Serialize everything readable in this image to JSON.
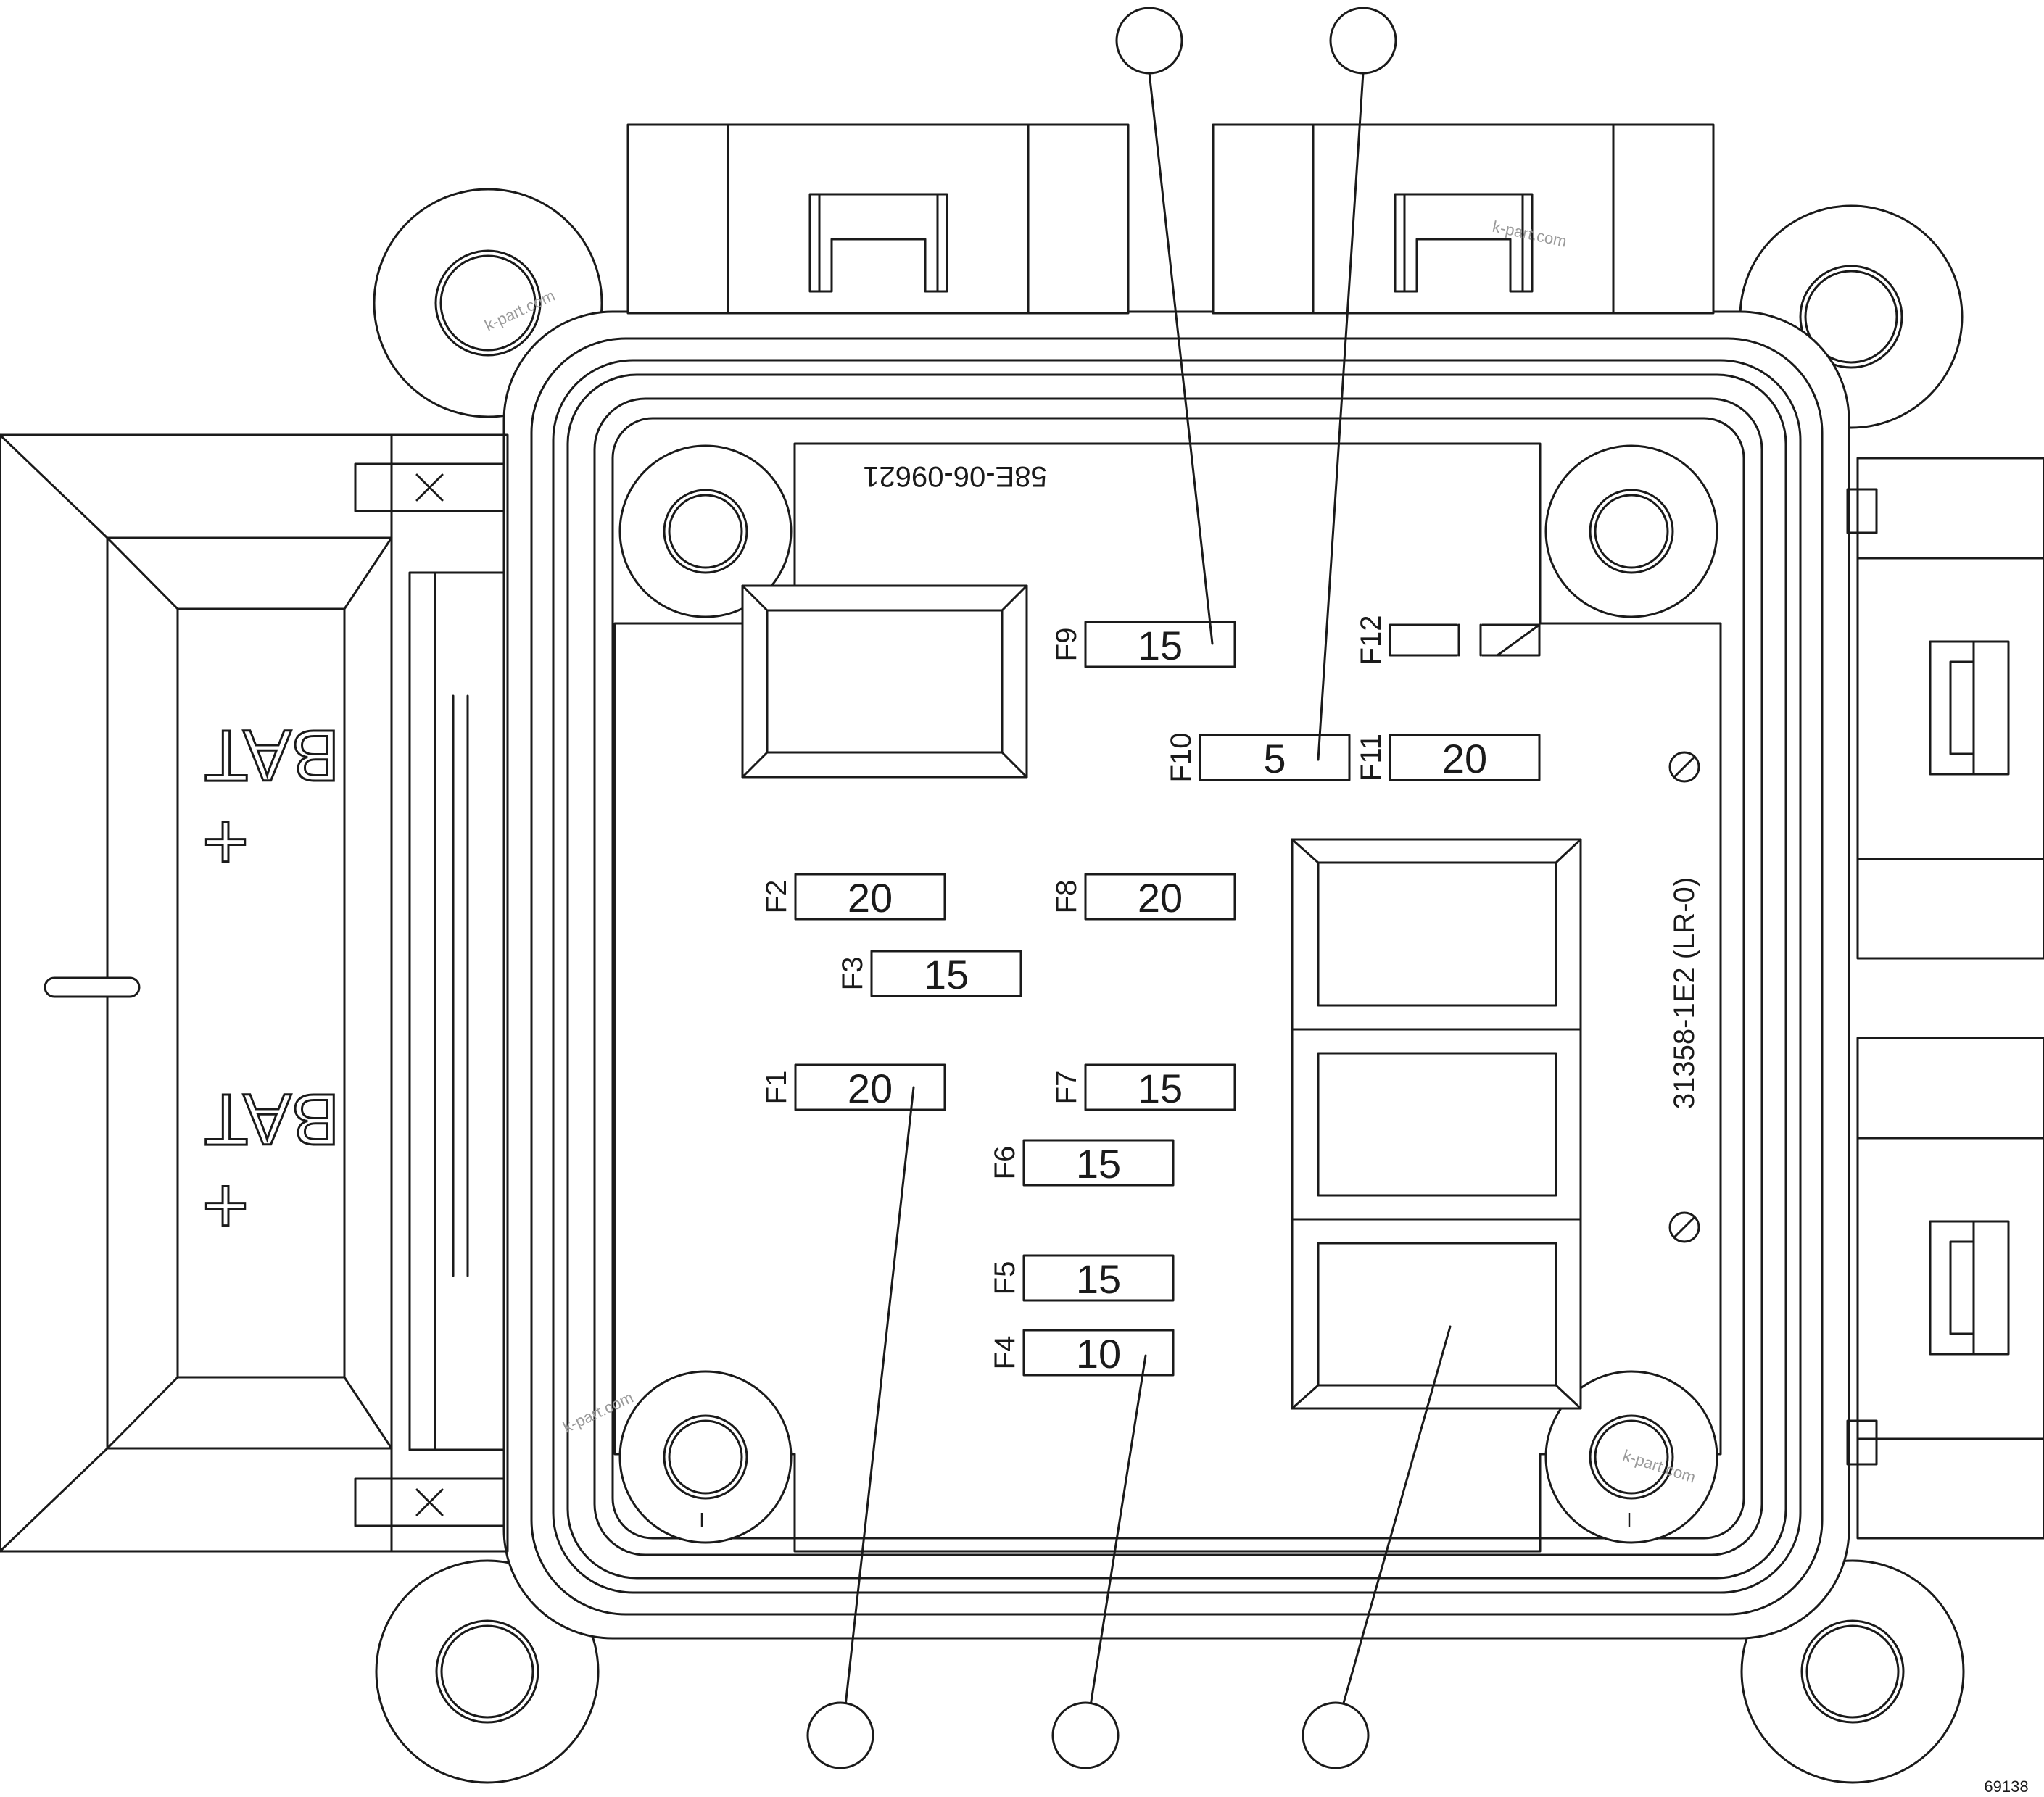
{
  "part_number": "58E-06-09621",
  "board_code": "31358-1E2  (LR-0)",
  "figure_number": "69138",
  "bat_label": "BAT",
  "plus_sign": "+",
  "ground_mark": "l",
  "watermark": "k-part.com",
  "fuses": [
    {
      "id": "F1",
      "rating": "20"
    },
    {
      "id": "F2",
      "rating": "20"
    },
    {
      "id": "F3",
      "rating": "15"
    },
    {
      "id": "F4",
      "rating": "10"
    },
    {
      "id": "F5",
      "rating": "15"
    },
    {
      "id": "F6",
      "rating": "15"
    },
    {
      "id": "F7",
      "rating": "15"
    },
    {
      "id": "F8",
      "rating": "20"
    },
    {
      "id": "F9",
      "rating": "15"
    },
    {
      "id": "F10",
      "rating": "5"
    },
    {
      "id": "F11",
      "rating": "20"
    },
    {
      "id": "F12",
      "rating": ""
    }
  ],
  "callouts": [
    "",
    "",
    "",
    "",
    ""
  ]
}
